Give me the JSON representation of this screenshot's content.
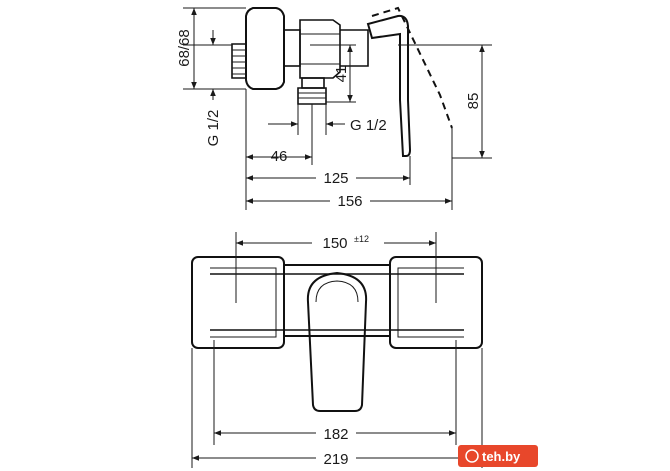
{
  "side_view": {
    "dim_68_68": "68/68",
    "dim_41": "41",
    "dim_85": "85",
    "thread_vertical": "G 1/2",
    "thread_horizontal": "G 1/2",
    "dim_46": "46",
    "dim_125": "125",
    "dim_156": "156"
  },
  "front_view": {
    "dim_150": "150",
    "dim_150_tolerance": "±12",
    "dim_182": "182",
    "dim_219": "219"
  },
  "watermark": {
    "text": "teh.by",
    "color": "#e8472b"
  }
}
